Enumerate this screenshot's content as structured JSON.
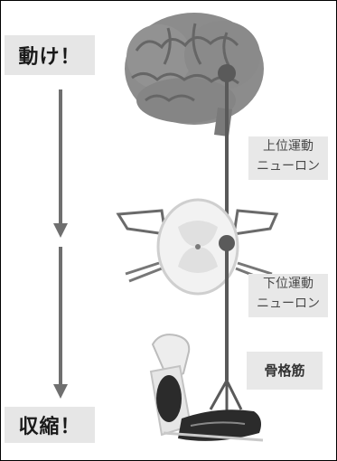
{
  "callouts": {
    "top": "動け！",
    "bottom": "収縮！"
  },
  "labels": {
    "upper_motor_neuron": [
      "上位運動",
      "ニューロン"
    ],
    "lower_motor_neuron": [
      "下位運動",
      "ニューロン"
    ],
    "skeletal_muscle": "骨格筋"
  },
  "colors": {
    "brain": "#8c8c8c",
    "neuron": "#5a5a5a",
    "arrow": "#6f6f6f",
    "label_bg": "#e8e8e8",
    "callout_bg": "#e6e6e6"
  }
}
